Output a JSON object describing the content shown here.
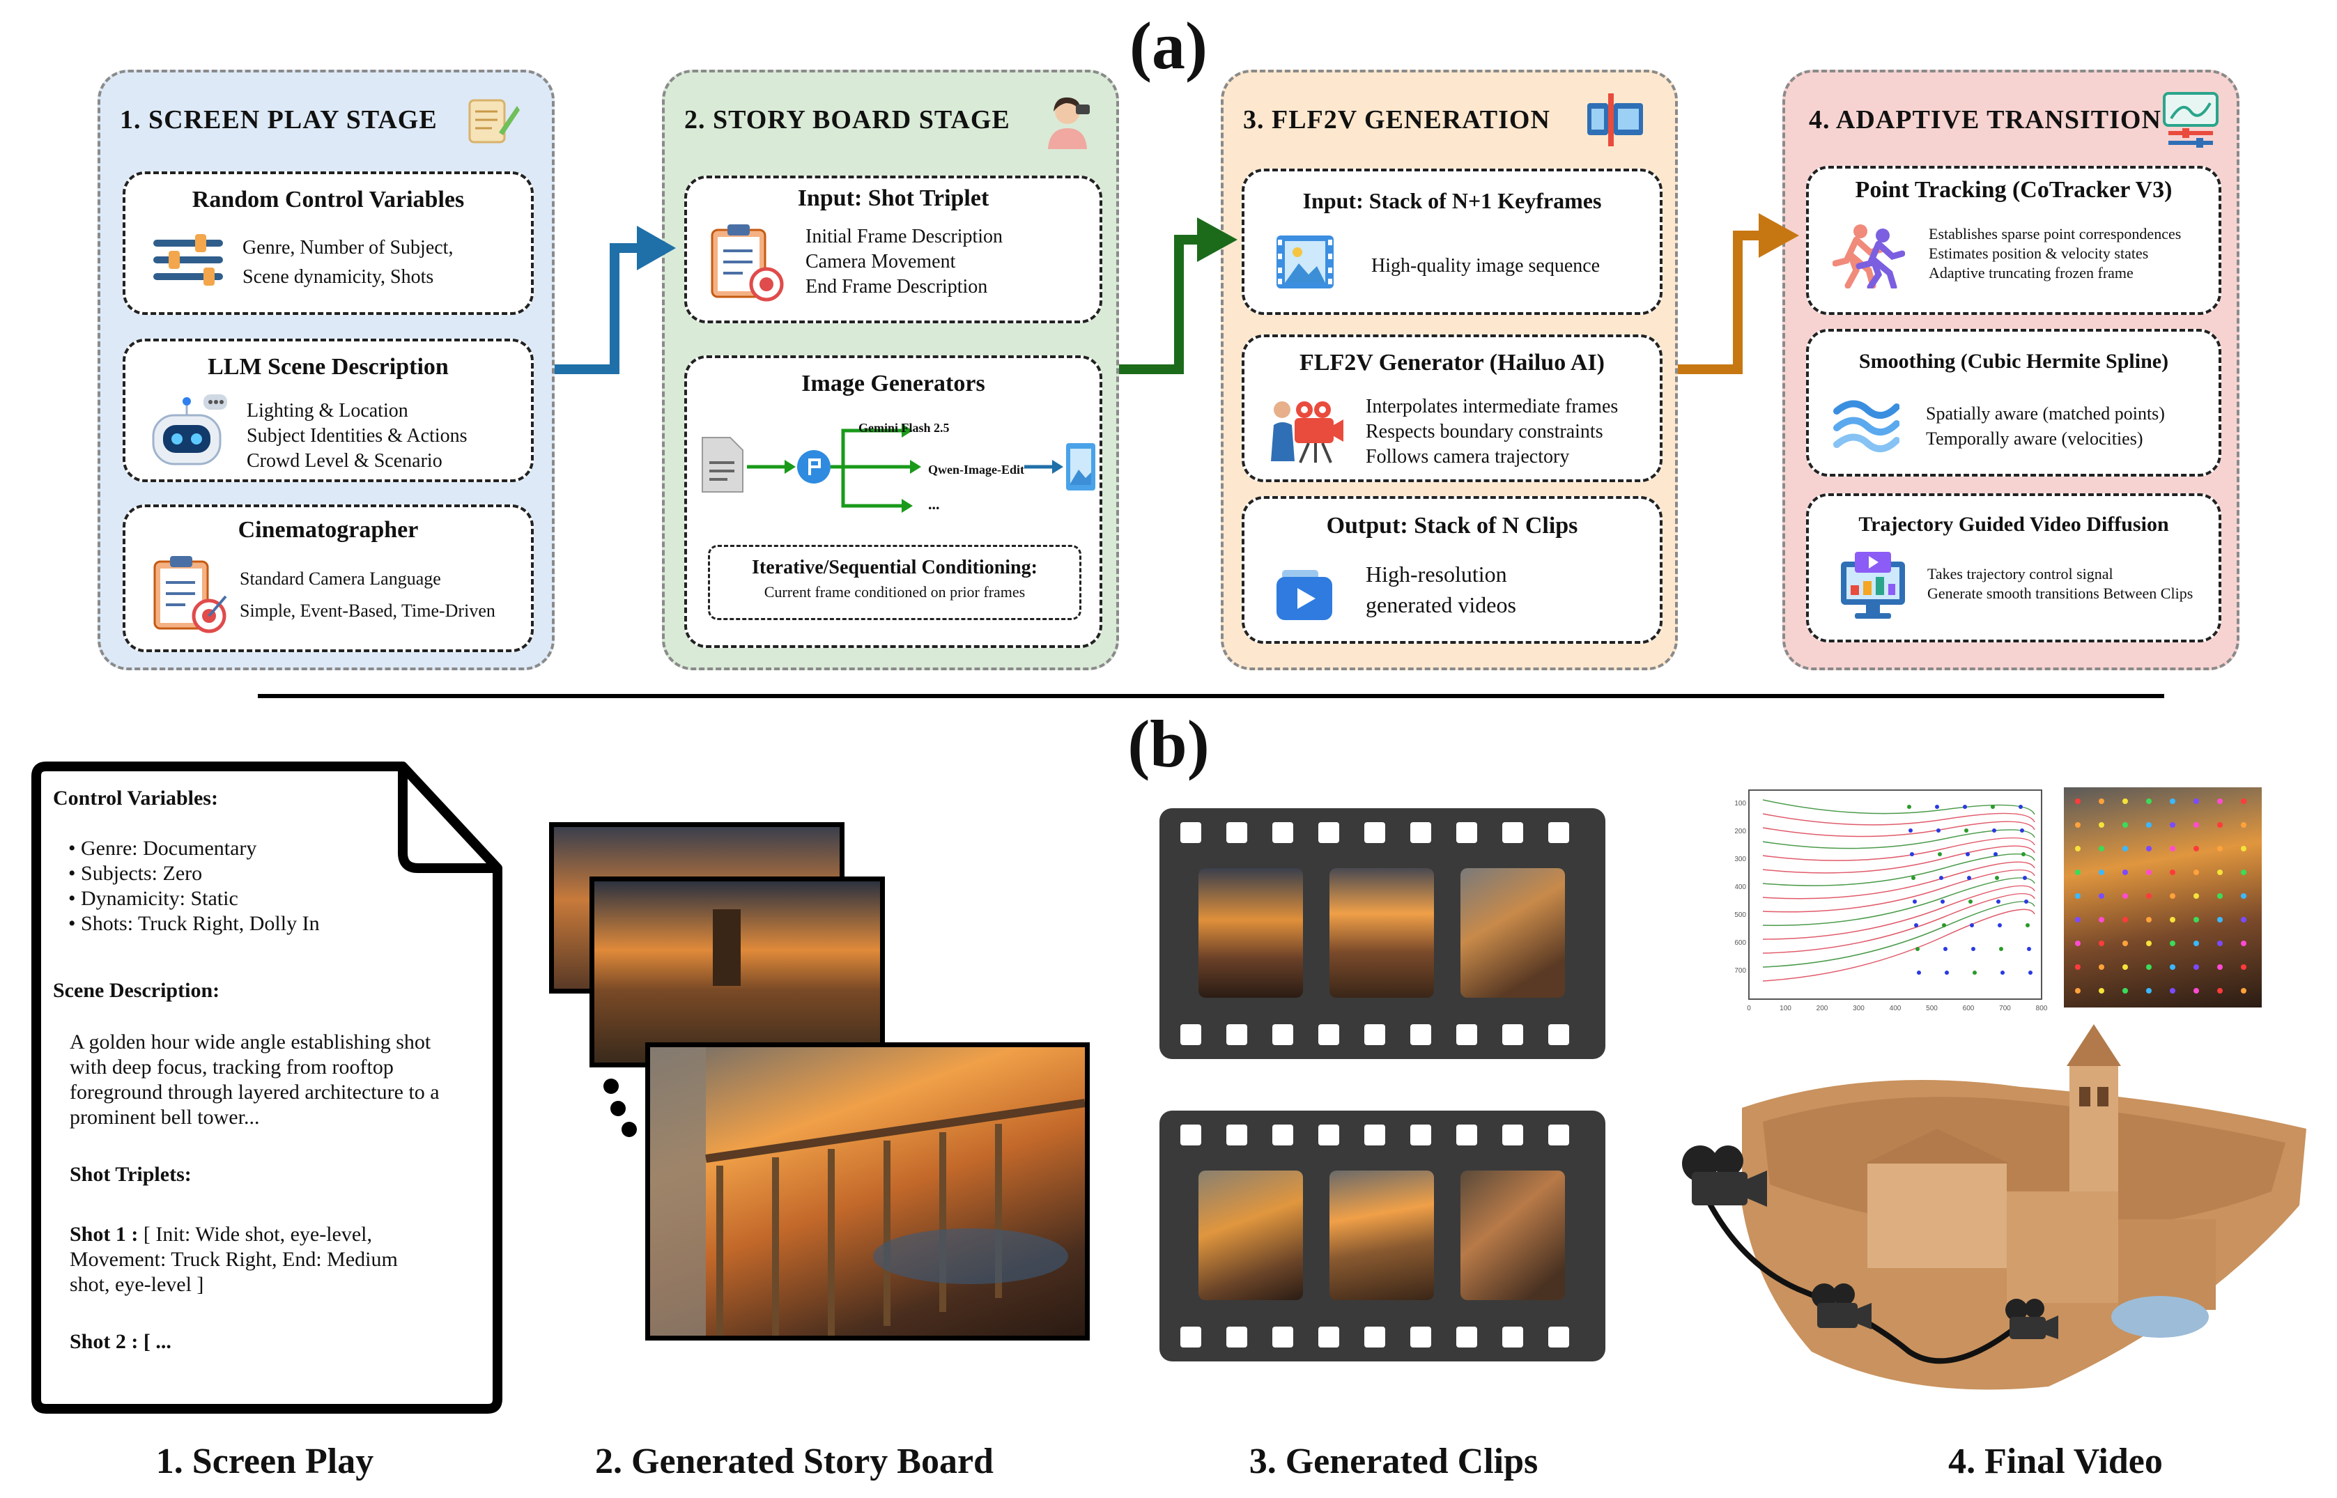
{
  "part_a_label": "(a)",
  "part_b_label": "(b)",
  "stages": [
    {
      "title": "1. SCREEN PLAY STAGE",
      "bg": "#dde9f6",
      "arrow_color": "#1f6fa8",
      "cards": [
        {
          "title": "Random Control Variables",
          "lines": [
            "Genre, Number of Subject,",
            "Scene dynamicity, Shots"
          ]
        },
        {
          "title": "LLM Scene Description",
          "lines": [
            "Lighting & Location",
            "Subject Identities & Actions",
            "Crowd Level & Scenario"
          ]
        },
        {
          "title": "Cinematographer",
          "lines": [
            "Standard Camera Language",
            "Simple, Event-Based, Time-Driven"
          ]
        }
      ]
    },
    {
      "title": "2. STORY BOARD STAGE",
      "bg": "#d9ead7",
      "arrow_color": "#1b6b1b",
      "cards": [
        {
          "title": "Input: Shot Triplet",
          "lines": [
            "Initial Frame Description",
            "Camera Movement",
            "End Frame Description"
          ]
        },
        {
          "title": "Image Generators",
          "branches": [
            "Gemini Flash 2.5",
            "Qwen-Image-Edit",
            "..."
          ],
          "sub_title": "Iterative/Sequential Conditioning:",
          "sub_text": "Current frame conditioned on prior frames"
        }
      ]
    },
    {
      "title": "3. FLF2V GENERATION",
      "bg": "#fde8cf",
      "arrow_color": "#c77712",
      "cards": [
        {
          "title": "Input: Stack of N+1 Keyframes",
          "lines": [
            "High-quality image sequence"
          ]
        },
        {
          "title": "FLF2V Generator (Hailuo AI)",
          "lines": [
            "Interpolates intermediate frames",
            "Respects boundary constraints",
            "Follows camera trajectory"
          ]
        },
        {
          "title": "Output: Stack of N Clips",
          "lines": [
            "High-resolution",
            "generated videos"
          ]
        }
      ]
    },
    {
      "title": "4. ADAPTIVE TRANSITION",
      "bg": "#f6d3d1",
      "cards": [
        {
          "title": "Point Tracking (CoTracker V3)",
          "lines": [
            "Establishes sparse point correspondences",
            "Estimates position & velocity states",
            "Adaptive truncating frozen frame"
          ]
        },
        {
          "title": "Smoothing (Cubic Hermite Spline)",
          "lines": [
            "Spatially aware (matched points)",
            "Temporally aware (velocities)"
          ]
        },
        {
          "title": "Trajectory Guided Video Diffusion",
          "lines": [
            "Takes trajectory control signal",
            "Generate smooth transitions Between Clips"
          ]
        }
      ]
    }
  ],
  "screenplay_doc": {
    "control_heading": "Control Variables:",
    "control_items": [
      "• Genre: Documentary",
      "• Subjects: Zero",
      "• Dynamicity: Static",
      "• Shots: Truck Right, Dolly In"
    ],
    "scene_heading": "Scene Description:",
    "scene_lines": [
      "A golden hour wide angle establishing shot",
      "with deep focus, tracking from rooftop",
      "foreground through layered architecture to a",
      "prominent bell tower..."
    ],
    "triplets_heading": "Shot Triplets:",
    "shot1_label": "Shot 1 :",
    "shot1_lines": [
      "[ Init: Wide shot, eye-level,",
      "Movement: Truck Right, End: Medium",
      "shot, eye-level ]"
    ],
    "shot2_label": "Shot 2 :",
    "shot2_text": "[ ..."
  },
  "bottom_labels": [
    "1. Screen Play",
    "2. Generated Story Board",
    "3. Generated Clips",
    "4. Final Video"
  ],
  "tracking_plot": {
    "x_ticks": [
      "0",
      "100",
      "200",
      "300",
      "400",
      "500",
      "600",
      "700",
      "800"
    ],
    "y_ticks": [
      "100",
      "200",
      "300",
      "400",
      "500",
      "600",
      "700"
    ]
  },
  "colors": {
    "blue_stage": "#dde9f6",
    "green_stage": "#d9ead7",
    "orange_stage": "#fde8cf",
    "red_stage": "#f6d3d1",
    "film": "#3a3a3a"
  }
}
